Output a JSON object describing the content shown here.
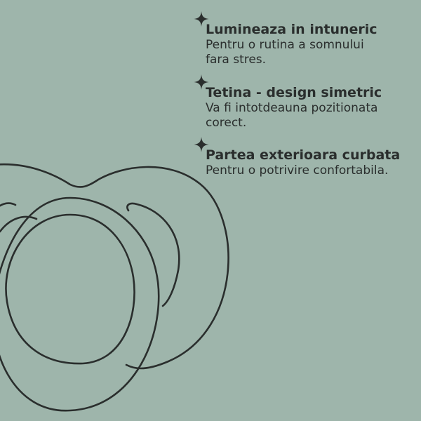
{
  "colors": {
    "background": "#9eb5ab",
    "ink": "#2a2e2d"
  },
  "icons": {
    "bullet": "four-point-sparkle-icon",
    "illustration": "pacifier-outline-illustration"
  },
  "features": [
    {
      "title": "Lumineaza in intuneric",
      "description": "Pentru o rutina a somnului\nfara stres."
    },
    {
      "title": "Tetina - design simetric",
      "description": "Va fi intotdeauna pozitionata\ncorect."
    },
    {
      "title": "Partea exterioara curbata",
      "description": "Pentru o potrivire confortabila."
    }
  ]
}
